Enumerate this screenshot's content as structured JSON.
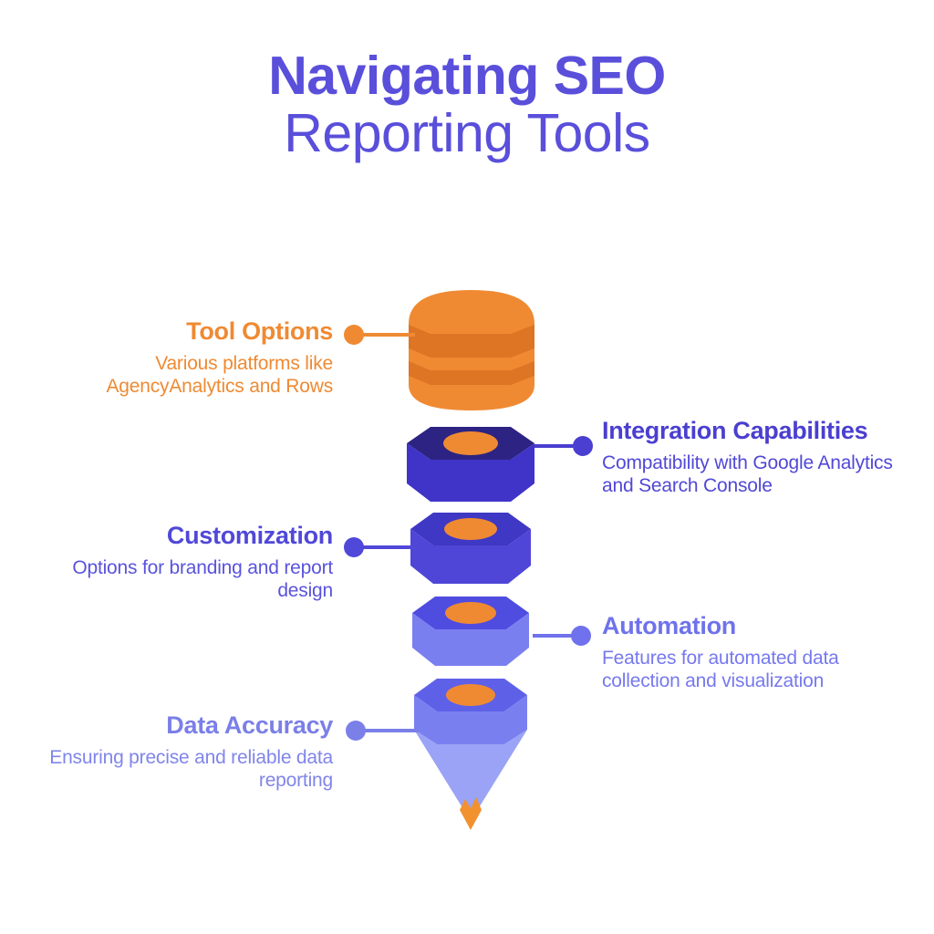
{
  "title": {
    "line1": "Navigating SEO",
    "line2": "Reporting Tools",
    "color": "#5a4fdb"
  },
  "colors": {
    "orange": "#ef8a33",
    "orange_dark": "#dd7524",
    "orange_accent": "#f1922f",
    "navy": "#2d2382",
    "indigo": "#4033c8",
    "indigo_mid": "#4f46d8",
    "periwinkle": "#6f72ec",
    "periwinkle_light": "#7a7ff0",
    "lavender": "#9aa3f5",
    "purple_text": "#4a3fd0"
  },
  "items": [
    {
      "id": "tool-options",
      "title": "Tool Options",
      "desc": "Various platforms like AgencyAnalytics and Rows",
      "side": "left",
      "color": "#ef8a33",
      "desc_color": "#ef8a33"
    },
    {
      "id": "integration-capabilities",
      "title": "Integration Capabilities",
      "desc": "Compatibility with Google Analytics and Search Console",
      "side": "right",
      "color": "#4a3fd0",
      "desc_color": "#5148d6"
    },
    {
      "id": "customization",
      "title": "Customization",
      "desc": "Options for branding and report design",
      "side": "left",
      "color": "#5048d8",
      "desc_color": "#5a53dc"
    },
    {
      "id": "automation",
      "title": "Automation",
      "desc": "Features for automated data collection and visualization",
      "side": "right",
      "color": "#6f72ec",
      "desc_color": "#7679ee"
    },
    {
      "id": "data-accuracy",
      "title": "Data Accuracy",
      "desc": "Ensuring precise and reliable data reporting",
      "side": "left",
      "color": "#7b7fe8",
      "desc_color": "#8085ea"
    }
  ],
  "graphic": {
    "name": "layered-funnel-diagram",
    "segments": [
      {
        "name": "drum-top-orange",
        "kind": "cylinder",
        "fill": "#ef8a33",
        "stripe": "#dd7524"
      },
      {
        "name": "funnel-ring-1-navy",
        "kind": "hex-prism",
        "top": "#2d2382",
        "side": "#4033c8",
        "hole": "#ef8a33"
      },
      {
        "name": "funnel-ring-2-indigo",
        "kind": "hex-prism",
        "top": "#3f38c4",
        "side": "#4f46d8",
        "hole": "#ef8a33"
      },
      {
        "name": "funnel-ring-3-violet",
        "kind": "hex-prism",
        "top": "#4f4ce0",
        "side": "#7a7ff0",
        "hole": "#ef8a33"
      },
      {
        "name": "funnel-ring-4-cone",
        "kind": "hex-prism-cone",
        "top": "#5e61e8",
        "side": "#7a7ff0",
        "cone": "#9aa3f5",
        "hole": "#ef8a33",
        "drip": "#f1922f"
      }
    ]
  }
}
